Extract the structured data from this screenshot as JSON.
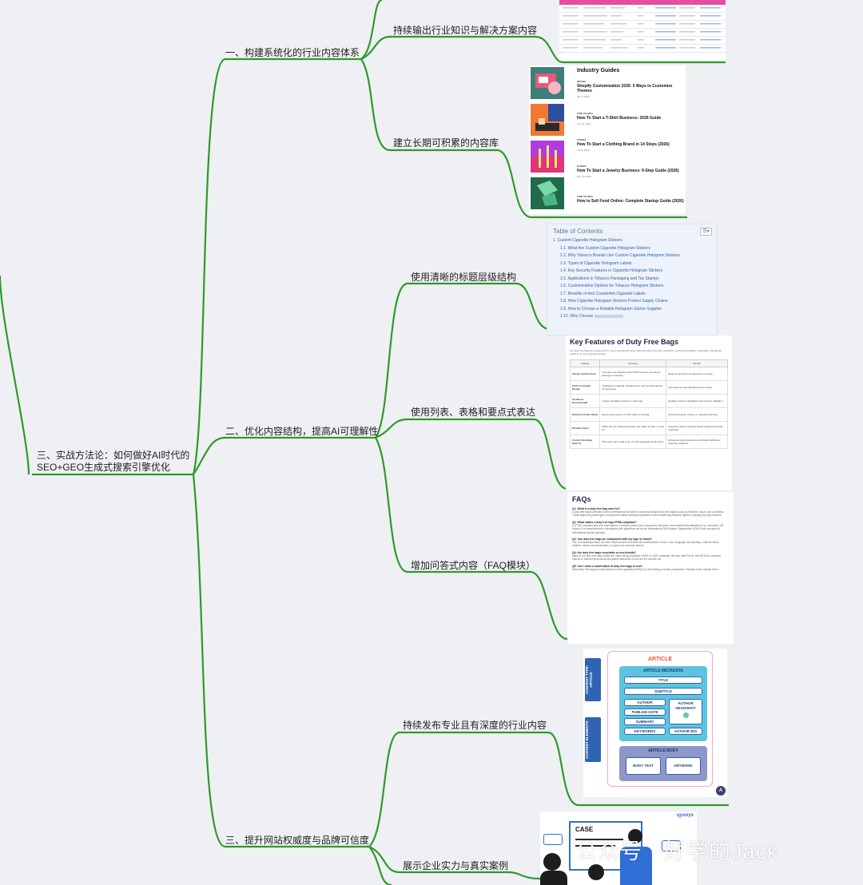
{
  "mindmap": {
    "root": "三、实战方法论：如何做好AI时代的SEO+GEO生成式搜索引擎优化",
    "branches": [
      {
        "label": "一、构建系统化的行业内容体系",
        "children": [
          "持续输出行业知识与解决方案内容",
          "建立长期可积累的内容库"
        ]
      },
      {
        "label": "二、优化内容结构，提高AI可理解性",
        "children": [
          "使用清晰的标题层级结构",
          "使用列表、表格和要点式表达",
          "增加问答式内容（FAQ模块）"
        ]
      },
      {
        "label": "三、提升网站权威度与品牌可信度",
        "children": [
          "持续发布专业且有深度的行业内容",
          "展示企业实力与真实案例"
        ]
      }
    ]
  },
  "guides": {
    "title": "Industry Guides",
    "items": [
      {
        "tag": "BRAND",
        "title": "Shopify Customization 2026: 5 Ways to Customize Themes",
        "date": "Jan 1, 2023"
      },
      {
        "tag": "FIND AN IDEA",
        "title": "How To Start a T-Shirt Business: 2026 Guide",
        "date": "Jun 15, 2022"
      },
      {
        "tag": "GUIDES",
        "title": "How To Start a Clothing Brand in 14 Steps (2026)",
        "date": "Jun 8, 2020"
      },
      {
        "tag": "GUIDES",
        "title": "How To Start a Jewelry Business: 9-Step Guide (2026)",
        "date": "Dec 23, 2024"
      },
      {
        "tag": "FIND AN IDEA",
        "title": "How to Sell Food Online: Complete Startup Guide (2026)",
        "date": ""
      }
    ]
  },
  "toc": {
    "title": "Table of Contents",
    "button": "☰▾",
    "items": [
      "1. Custom Cigarette Hologram Stickers",
      "1.1. What Are Custom Cigarette Hologram Stickers",
      "1.2. Why Tobacco Brands Use Custom Cigarette Hologram Stickers",
      "1.3. Types of Cigarette Hologram Labels",
      "1.4. Key Security Features in Cigarette Hologram Stickers",
      "1.5. Applications in Tobacco Packaging and Tax Stamps",
      "1.6. Customization Options for Tobacco Hologram Stickers",
      "1.7. Benefits of Anti Counterfeit Cigarette Labels",
      "1.8. How Cigarette Hologram Stickers Protect Supply Chains",
      "1.9. How to Choose a Reliable Hologram Sticker Supplier",
      "1.10. Why Choose"
    ]
  },
  "features": {
    "title": "Key Features of Duty Free Bags",
    "desc": "Our duty free bags are engineered to meet international travel retail and airport security standards, combining durability, traceability, and tamper evidence in one complete solution.",
    "columns": [
      "Feature",
      "Function",
      "Benefit"
    ],
    "rows": [
      [
        "Tamper-Evident Seal",
        "One-time use adhesive with VOID reveal or permanent damage on opening",
        "Ensures security from departure to arrival"
      ],
      [
        "ICAO-Compliant Design",
        "Transparent material, standard size, and security printing for screening",
        "Approved for international tax-free transit"
      ],
      [
        "Serialized Barcodes/QR",
        "Unique identifiers printed on each bag",
        "Enables product traceability and customs validation"
      ],
      [
        "Reinforced Side Welds",
        "Extra-strong seams on both sides of the bag",
        "Prevents tearing, cutting, or manual tampering"
      ],
      [
        "Writable Panel",
        "White box for writing passenger info, flight number, or seal ID",
        "Supports chain-of-custody documentation and easy inspection"
      ],
      [
        "Custom Branding Options",
        "Print your logo, retail zone, or multi-language warning text",
        "Enhances retail experience and brand visibility at duty-free locations"
      ]
    ]
  },
  "faq": {
    "title": "FAQs",
    "items": [
      {
        "q": "Q1: What is a duty free bag used for?",
        "a": "A duty free bag is primarily used in international air travel to securely transport tax-free liquids such as perfumes, liquor, and cosmetics. These bags help passengers comply with aviation security regulations when transferring between flights or passing through customs."
      },
      {
        "q": "Q2: What makes a duty free bag STEB-compliant?",
        "a": "A STEB-compliant duty free bag features a tamper-evident seal, transparent structure, and serialized identification (e.g., barcodes, QR codes). It is manufactured in accordance with guidelines set by the International Civil Aviation Organization (ICAO) and accepted at international airports globally."
      },
      {
        "q": "Q3: Can duty free bags be customized with my logo or brand?",
        "a": "Yes. At Insideways/Jiaye, we offer OEM services that allow full customization of size, color, language, and printing—ideal for travel retailers, airport concessionaires, or liquor and cosmetic brands."
      },
      {
        "q": "Q4: Are duty free bags recyclable or eco-friendly?",
        "a": "Many of our duty free bag models are made using recyclable HDPE or LDPE materials. We also offer RoHS- and REACH-compliant options to meet environmental and safety standards in both the EU and the US."
      },
      {
        "q": "Q5: Can I order a small batch of duty free bags to test?",
        "a": "Absolutely. We support small minimum order quantities (MOQ) for pilot testing or tender preparation. Request a free sample here »"
      }
    ]
  },
  "article": {
    "title": "ARTICLE",
    "meta_title": "ARTICLE METADATA",
    "type_tag": "CONTENT TYPE: ARTICLE",
    "elements_tag": "CONTENT ELEMENTS",
    "pills": {
      "title": "TITLE",
      "subtitle": "SUBTITLE",
      "author": "AUTHOR",
      "publish_date": "PUBLISH DATE",
      "summary": "SUMMARY",
      "keywords": "KEYWORDS",
      "headshot": "AUTHOR HEADSHOT",
      "bio": "AUTHOR BIO"
    },
    "body_title": "ARTICLE BODY",
    "body_text": "BODY TEXT",
    "artwork": "ARTWORK",
    "logo": "A"
  },
  "case": {
    "title": "CASE",
    "brand": "ʮyonyx"
  },
  "watermark": "公众号 · 好学的Jack",
  "colors": {
    "branch": "#2e9a2a",
    "link_text": "#2f5ea8",
    "accent": "#e8563b"
  }
}
